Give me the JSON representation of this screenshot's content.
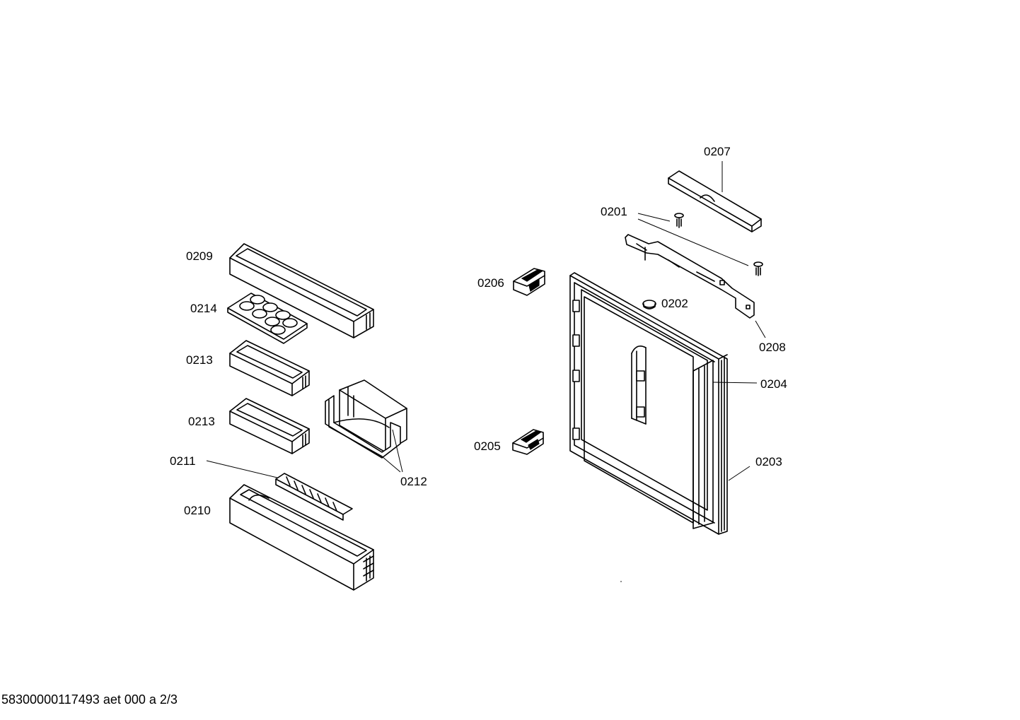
{
  "labels": {
    "p0207": "0207",
    "p0201": "0201",
    "p0209": "0209",
    "p0206": "0206",
    "p0202": "0202",
    "p0214": "0214",
    "p0208": "0208",
    "p0213a": "0213",
    "p0204": "0204",
    "p0213b": "0213",
    "p0205": "0205",
    "p0211": "0211",
    "p0203": "0203",
    "p0212": "0212",
    "p0210": "0210"
  },
  "footer": "58300000117493 aet 000 a 2/3"
}
